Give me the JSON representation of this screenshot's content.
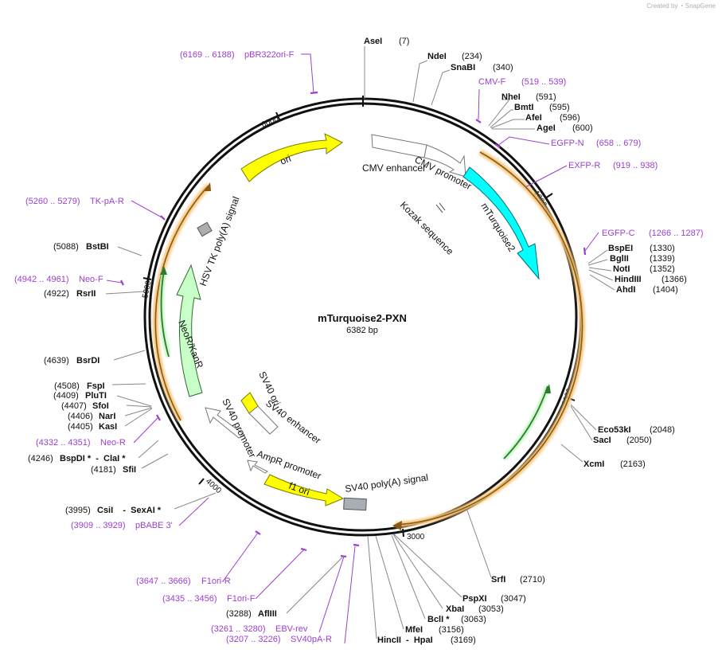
{
  "credit": {
    "prefix": "Created by",
    "brand": "SnapGene"
  },
  "plasmid": {
    "name": "mTurquoise2-PXN",
    "length_label": "6382 bp",
    "length": 6382
  },
  "ticks": [
    {
      "label": "1000",
      "bp": 1000
    },
    {
      "label": "2000",
      "bp": 2000
    },
    {
      "label": "3000",
      "bp": 3000
    },
    {
      "label": "4000",
      "bp": 4000
    },
    {
      "label": "5000",
      "bp": 5000
    },
    {
      "label": "6000",
      "bp": 6000
    }
  ],
  "enzymes": [
    {
      "name": "AseI",
      "pos": "(7)",
      "bp": 7
    },
    {
      "name": "NdeI",
      "pos": "(234)",
      "bp": 234
    },
    {
      "name": "SnaBI",
      "pos": "(340)",
      "bp": 340
    },
    {
      "name": "NheI",
      "pos": "(591)",
      "bp": 591
    },
    {
      "name": "BmtI",
      "pos": "(595)",
      "bp": 595
    },
    {
      "name": "AfeI",
      "pos": "(596)",
      "bp": 596
    },
    {
      "name": "AgeI",
      "pos": "(600)",
      "bp": 600
    },
    {
      "name": "BspEI",
      "pos": "(1330)",
      "bp": 1330
    },
    {
      "name": "BglII",
      "pos": "(1339)",
      "bp": 1339
    },
    {
      "name": "NotI",
      "pos": "(1352)",
      "bp": 1352
    },
    {
      "name": "HindIII",
      "pos": "(1366)",
      "bp": 1366
    },
    {
      "name": "AhdI",
      "pos": "(1404)",
      "bp": 1404
    },
    {
      "name": "Eco53kI",
      "pos": "(2048)",
      "bp": 2048
    },
    {
      "name": "SacI",
      "pos": "(2050)",
      "bp": 2050
    },
    {
      "name": "XcmI",
      "pos": "(2163)",
      "bp": 2163
    },
    {
      "name": "SrfI",
      "pos": "(2710)",
      "bp": 2710
    },
    {
      "name": "PspXI",
      "pos": "(3047)",
      "bp": 3047
    },
    {
      "name": "XbaI",
      "pos": "(3053)",
      "bp": 3053
    },
    {
      "name": "BclI *",
      "pos": "(3063)",
      "bp": 3063
    },
    {
      "name": "MfeI",
      "pos": "(3156)",
      "bp": 3156
    },
    {
      "name": "HincII  -  HpaI",
      "pos": "(3169)",
      "bp": 3169
    },
    {
      "name": "AflIII",
      "pos": "(3288)",
      "bp": 3288
    },
    {
      "name": "CsiI    -  SexAI *",
      "pos": "(3995)",
      "bp": 3995
    },
    {
      "name": "SfiI",
      "pos": "(4181)",
      "bp": 4181
    },
    {
      "name": "BspDI *  -  ClaI *",
      "pos": "(4246)",
      "bp": 4246
    },
    {
      "name": "KasI",
      "pos": "(4405)",
      "bp": 4405
    },
    {
      "name": "NarI",
      "pos": "(4406)",
      "bp": 4406
    },
    {
      "name": "SfoI",
      "pos": "(4407)",
      "bp": 4407
    },
    {
      "name": "PluTI",
      "pos": "(4409)",
      "bp": 4409
    },
    {
      "name": "FspI",
      "pos": "(4508)",
      "bp": 4508
    },
    {
      "name": "BsrDI",
      "pos": "(4639)",
      "bp": 4639
    },
    {
      "name": "RsrII",
      "pos": "(4922)",
      "bp": 4922
    },
    {
      "name": "BstBI",
      "pos": "(5088)",
      "bp": 5088
    }
  ],
  "primers": [
    {
      "name": "pBR322ori-F",
      "range": "(6169 .. 6188)"
    },
    {
      "name": "CMV-F",
      "range": "(519 .. 539)"
    },
    {
      "name": "EGFP-N",
      "range": "(658 .. 679)"
    },
    {
      "name": "EXFP-R",
      "range": "(919 .. 938)"
    },
    {
      "name": "EGFP-C",
      "range": "(1266 .. 1287)"
    },
    {
      "name": "SV40pA-R",
      "range": "(3207 .. 3226)"
    },
    {
      "name": "EBV-rev",
      "range": "(3261 .. 3280)"
    },
    {
      "name": "F1ori-F",
      "range": "(3435 .. 3456)"
    },
    {
      "name": "F1ori-R",
      "range": "(3647 .. 3666)"
    },
    {
      "name": "pBABE 3'",
      "range": "(3909 .. 3929)"
    },
    {
      "name": "Neo-R",
      "range": "(4332 .. 4351)"
    },
    {
      "name": "Neo-F",
      "range": "(4942 .. 4961)"
    },
    {
      "name": "TK-pA-R",
      "range": "(5260 .. 5279)"
    }
  ],
  "features": [
    {
      "name": "ori"
    },
    {
      "name": "CMV enhancer"
    },
    {
      "name": "CMV promoter"
    },
    {
      "name": "mTurquoise2"
    },
    {
      "name": "Kozak sequence"
    },
    {
      "name": "HSV TK poly(A) signal"
    },
    {
      "name": "NeoR/KanR"
    },
    {
      "name": "SV40 ori"
    },
    {
      "name": "SV40 enhancer"
    },
    {
      "name": "SV40 promoter"
    },
    {
      "name": "AmpR promoter"
    },
    {
      "name": "f1 ori"
    },
    {
      "name": "SV40 poly(A) signal"
    }
  ],
  "colors": {
    "backbone": "#111111",
    "primer": "#9a3fd1",
    "mTurquoise2": "#00ffff",
    "ori": "#ffff00",
    "f1_ori": "#ffff00",
    "NeoR": "#c8ffc8",
    "orf_orange": "#f5c57a",
    "orf_green": "#2e8b2e",
    "polyA": "#a8aeb3",
    "promoter": "#ffffff"
  }
}
